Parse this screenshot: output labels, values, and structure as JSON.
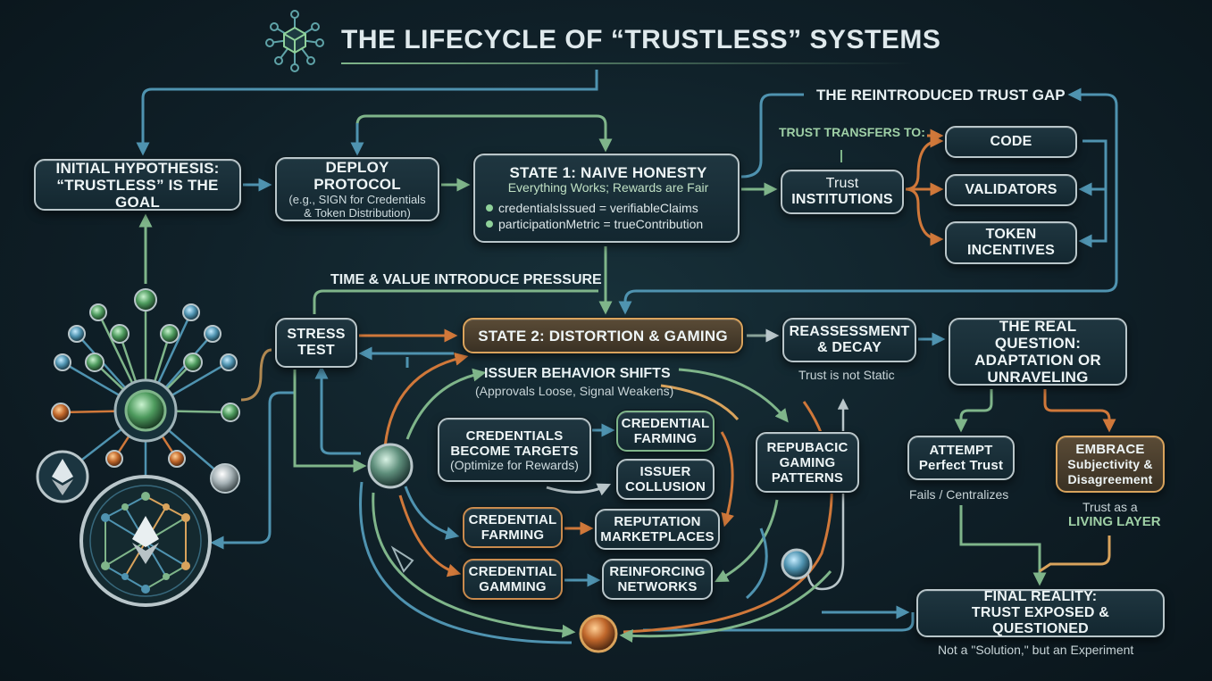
{
  "title": "THE LIFECYCLE OF “TRUSTLESS” SYSTEMS",
  "colors": {
    "background": "#0f1f27",
    "green": "#7fb58a",
    "blue": "#4f93b0",
    "orange": "#d0783a",
    "gold": "#d9a35c"
  },
  "initial": {
    "line1": "INITIAL HYPOTHESIS:",
    "line2": "“TRUSTLESS” IS THE GOAL"
  },
  "deploy": {
    "title": "DEPLOY PROTOCOL",
    "sub1": "(e.g., SIGN for Credentials",
    "sub2": "& Token Distribution)"
  },
  "state1": {
    "title": "STATE 1: NAIVE HONESTY",
    "subtitle": "Everything Works; Rewards are Fair",
    "bullets": [
      "credentialsIssued = verifiableClaims",
      "participationMetric = trueContribution"
    ]
  },
  "trust_gap": {
    "heading": "THE REINTRODUCED TRUST GAP",
    "transfers": "TRUST TRANSFERS TO:",
    "source_line1": "Trust",
    "source_line2": "INSTITUTIONS",
    "targets": [
      "CODE",
      "VALIDATORS",
      "TOKEN INCENTIVES"
    ]
  },
  "pressure": "TIME & VALUE INTRODUCE PRESSURE",
  "stress": {
    "line1": "STRESS",
    "line2": "TEST"
  },
  "state2": "STATE 2: DISTORTION & GAMING",
  "issuer": {
    "title": "ISSUER BEHAVIOR SHIFTS",
    "sub": "(Approvals Loose, Signal Weakens)"
  },
  "targets_box": {
    "line1": "CREDENTIALS",
    "line2": "BECOME TARGETS",
    "sub": "(Optimize for Rewards)"
  },
  "cred_farming_a": {
    "line1": "CREDENTIAL",
    "line2": "FARMING"
  },
  "issuer_collusion": {
    "line1": "ISSUER",
    "line2": "COLLUSION"
  },
  "cred_farming_b": {
    "line1": "CREDENTIAL",
    "line2": "FARMING"
  },
  "reputation": {
    "line1": "REPUTATION",
    "line2": "MARKETPLACES"
  },
  "cred_gamming": {
    "line1": "CREDENTIAL",
    "line2": "GAMMING"
  },
  "reinforcing": {
    "line1": "REINFORCING",
    "line2": "NETWORKS"
  },
  "repubacic": {
    "line1": "REPUBACIC",
    "line2": "GAMING",
    "line3": "PATTERNS"
  },
  "reassessment": {
    "line1": "REASSESSMENT",
    "line2": "& DECAY",
    "note": "Trust is not Static"
  },
  "real_question": {
    "line1": "THE REAL QUESTION:",
    "line2": "ADAPTATION OR",
    "line3": "UNRAVELING"
  },
  "attempt": {
    "line1": "ATTEMPT",
    "line2": "Perfect Trust",
    "note": "Fails / Centralizes"
  },
  "embrace": {
    "line1": "EMBRACE",
    "line2": "Subjectivity &",
    "line3": "Disagreement",
    "note1": "Trust as a",
    "note2": "LIVING LAYER"
  },
  "final": {
    "line1": "FINAL REALITY:",
    "line2": "TRUST EXPOSED & QUESTIONED",
    "note": "Not a \"Solution,\" but an Experiment"
  }
}
